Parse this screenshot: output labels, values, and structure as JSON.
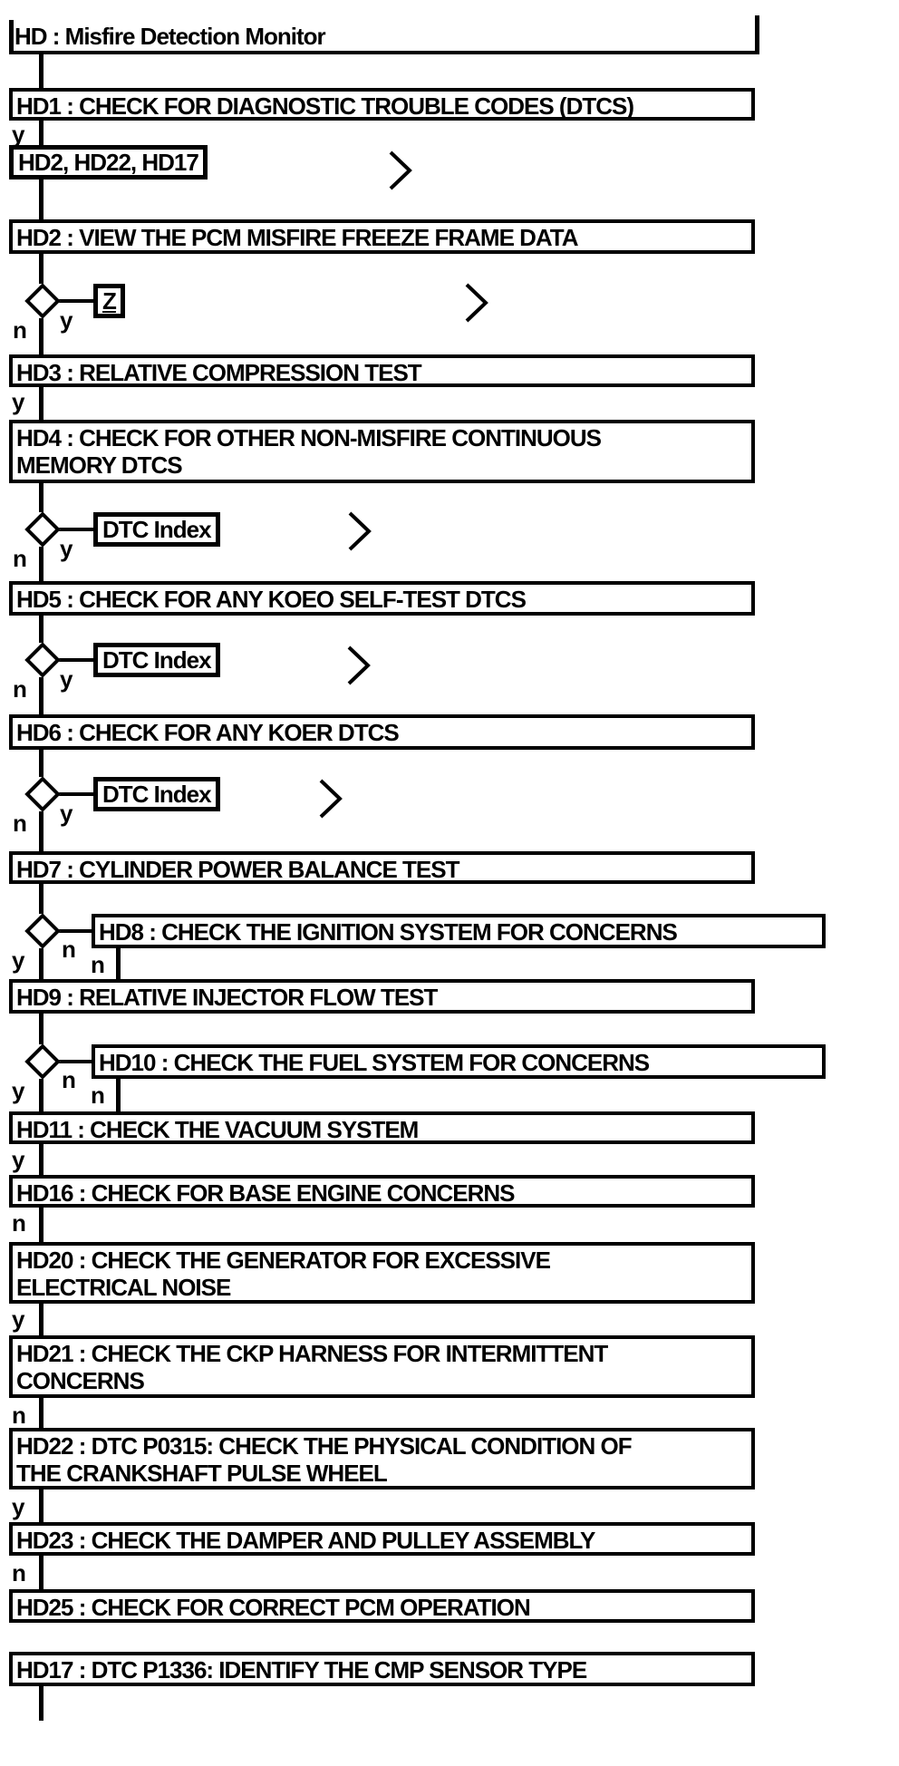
{
  "page": {
    "background": "#ffffff",
    "ink": "#000000"
  },
  "flowchart": {
    "title": "HD : Misfire Detection Monitor",
    "branch_labels": {
      "yes": "y",
      "no": "n"
    },
    "jump_box": {
      "label": "HD2, HD22, HD17"
    },
    "ref_boxes": {
      "z": "Z",
      "dtc_index": "DTC Index"
    },
    "steps": [
      {
        "id": "HD1",
        "label": "HD1 : CHECK FOR DIAGNOSTIC TROUBLE CODES (DTCS)"
      },
      {
        "id": "HD2",
        "label": "HD2 : VIEW THE PCM MISFIRE FREEZE FRAME DATA"
      },
      {
        "id": "HD3",
        "label": "HD3 : RELATIVE COMPRESSION TEST"
      },
      {
        "id": "HD4",
        "label": "HD4 : CHECK FOR OTHER NON-MISFIRE CONTINUOUS\nMEMORY DTCS"
      },
      {
        "id": "HD5",
        "label": "HD5 : CHECK FOR ANY KOEO SELF-TEST DTCS"
      },
      {
        "id": "HD6",
        "label": "HD6 : CHECK FOR ANY KOER DTCS"
      },
      {
        "id": "HD7",
        "label": "HD7 : CYLINDER POWER BALANCE TEST"
      },
      {
        "id": "HD8",
        "label": "HD8 : CHECK THE IGNITION SYSTEM FOR CONCERNS"
      },
      {
        "id": "HD9",
        "label": "HD9 : RELATIVE INJECTOR FLOW TEST"
      },
      {
        "id": "HD10",
        "label": "HD10 : CHECK THE FUEL SYSTEM FOR CONCERNS"
      },
      {
        "id": "HD11",
        "label": "HD11 : CHECK THE VACUUM SYSTEM"
      },
      {
        "id": "HD16",
        "label": "HD16 : CHECK FOR BASE ENGINE CONCERNS"
      },
      {
        "id": "HD20",
        "label": "HD20 : CHECK THE GENERATOR FOR EXCESSIVE\nELECTRICAL NOISE"
      },
      {
        "id": "HD21",
        "label": "HD21 : CHECK THE CKP HARNESS FOR INTERMITTENT\nCONCERNS"
      },
      {
        "id": "HD22",
        "label": "HD22 : DTC P0315: CHECK THE PHYSICAL CONDITION OF\nTHE CRANKSHAFT PULSE WHEEL"
      },
      {
        "id": "HD23",
        "label": "HD23 : CHECK THE DAMPER AND PULLEY ASSEMBLY"
      },
      {
        "id": "HD25",
        "label": "HD25 : CHECK FOR CORRECT PCM OPERATION"
      },
      {
        "id": "HD17",
        "label": "HD17 : DTC P1336: IDENTIFY THE CMP SENSOR TYPE"
      }
    ]
  }
}
